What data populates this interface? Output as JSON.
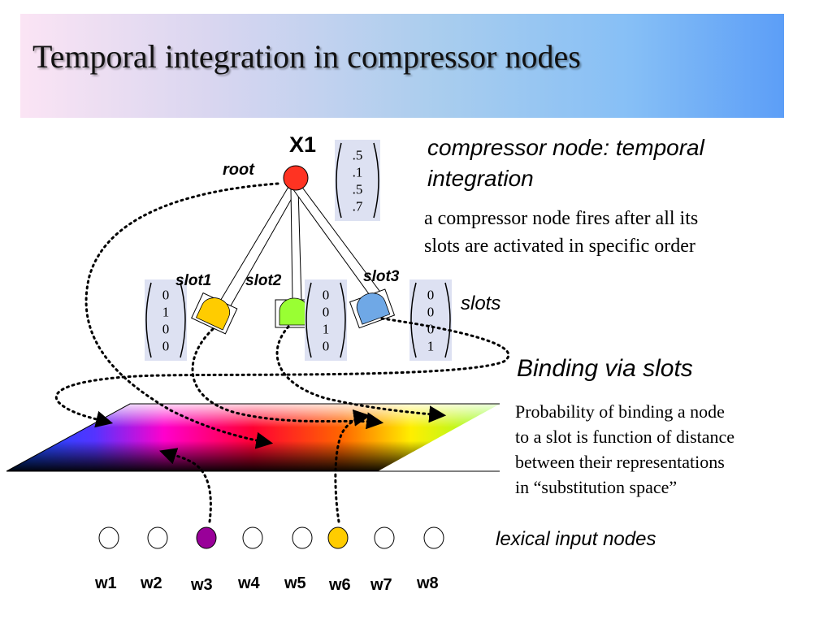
{
  "title": "Temporal integration in compressor nodes",
  "root_node": {
    "name": "X1",
    "role_label": "root",
    "vector": [
      ".5",
      ".1",
      ".5",
      ".7"
    ]
  },
  "slots": [
    {
      "label": "slot1",
      "vector": [
        "0",
        "1",
        "0",
        "0"
      ],
      "color": "#ffcc00"
    },
    {
      "label": "slot2",
      "vector": [
        "0",
        "0",
        "1",
        "0"
      ],
      "color": "#99ff33"
    },
    {
      "label": "slot3",
      "vector": [
        "0",
        "0",
        "0",
        "1"
      ],
      "color": "#6fa8e6"
    }
  ],
  "annotations": {
    "compressor_heading_line1": "compressor node: temporal",
    "compressor_heading_line2": "integration",
    "compressor_desc_line1": "a compressor node fires after all its",
    "compressor_desc_line2": "slots are activated in specific order",
    "slots_label": "slots",
    "binding_heading": "Binding via slots",
    "binding_desc_line1": "Probability of binding a node",
    "binding_desc_line2": "to a slot is function of distance",
    "binding_desc_line3": "between their representations",
    "binding_desc_line4": "in “substitution space”",
    "lexical_label": "lexical input nodes"
  },
  "input_nodes": [
    {
      "label": "w1",
      "active": false,
      "color": "#ffffff"
    },
    {
      "label": "w2",
      "active": false,
      "color": "#ffffff"
    },
    {
      "label": "w3",
      "active": true,
      "color": "#990099"
    },
    {
      "label": "w4",
      "active": false,
      "color": "#ffffff"
    },
    {
      "label": "w5",
      "active": false,
      "color": "#ffffff"
    },
    {
      "label": "w6",
      "active": true,
      "color": "#ffcc00"
    },
    {
      "label": "w7",
      "active": false,
      "color": "#ffffff"
    },
    {
      "label": "w8",
      "active": false,
      "color": "#ffffff"
    }
  ],
  "colors": {
    "root_node": "#ff3322",
    "matrix_fill": "#dde1f2",
    "arrow": "#000000"
  }
}
